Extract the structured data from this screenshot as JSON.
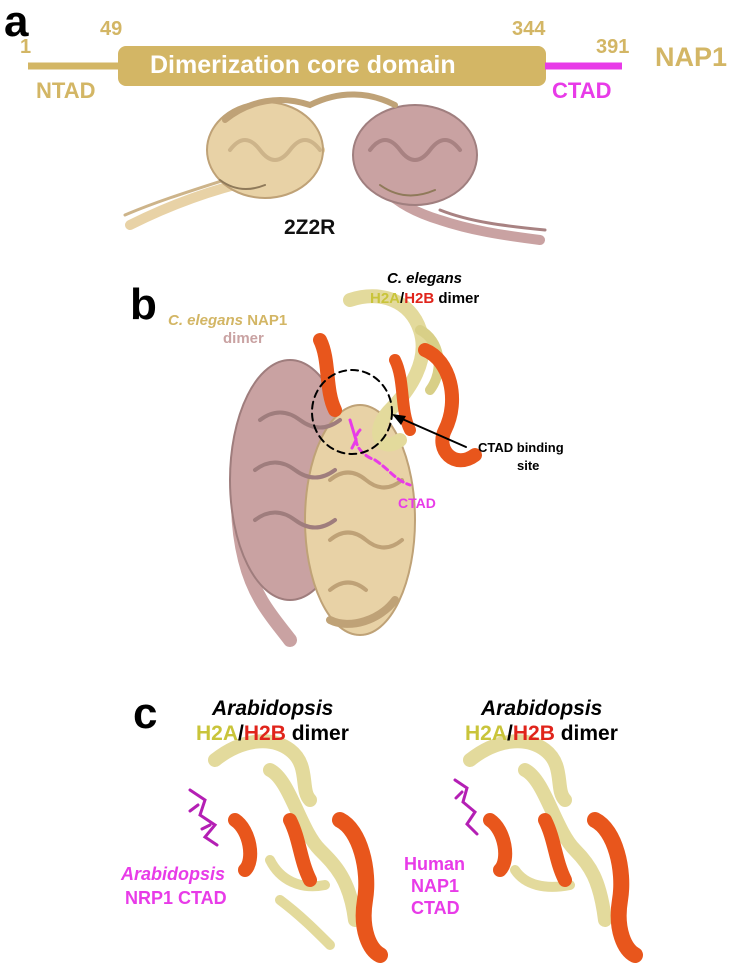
{
  "colors": {
    "gold": "#d3b665",
    "magenta": "#e83be8",
    "nap1_tan": "#e8d2a6",
    "nap1_rose": "#c9a2a2",
    "h2a": "#e3da9c",
    "h2b": "#e8561c",
    "h2a_text": "#c9c43a",
    "h2b_text": "#e0241b"
  },
  "panel_a": {
    "letter": "a",
    "pos_start": "1",
    "pos_ntad_end": "49",
    "pos_core_end": "344",
    "pos_end": "391",
    "ntad_label": "NTAD",
    "core_label": "Dimerization core domain",
    "ctad_label": "CTAD",
    "protein_label": "NAP1",
    "structure_id": "2Z2R"
  },
  "panel_b": {
    "letter": "b",
    "histone_species": "C. elegans",
    "h2a": "H2A",
    "slash": "/",
    "h2b": "H2B",
    "dimer": " dimer",
    "nap1_species": "C. elegans",
    "nap1_name": " NAP1",
    "nap1_dimer": "dimer",
    "binding_site_line1": "CTAD binding",
    "binding_site_line2": "site",
    "ctad_label": "CTAD"
  },
  "panel_c": {
    "letter": "c",
    "left": {
      "species": "Arabidopsis",
      "h2a": "H2A",
      "slash": "/",
      "h2b": "H2B",
      "dimer": " dimer",
      "ctad_line1": "Arabidopsis",
      "ctad_line2": "NRP1 CTAD"
    },
    "right": {
      "species": "Arabidopsis",
      "h2a": "H2A",
      "slash": "/",
      "h2b": "H2B",
      "dimer": " dimer",
      "ctad_line1": "Human",
      "ctad_line2": "NAP1",
      "ctad_line3": "CTAD"
    }
  }
}
